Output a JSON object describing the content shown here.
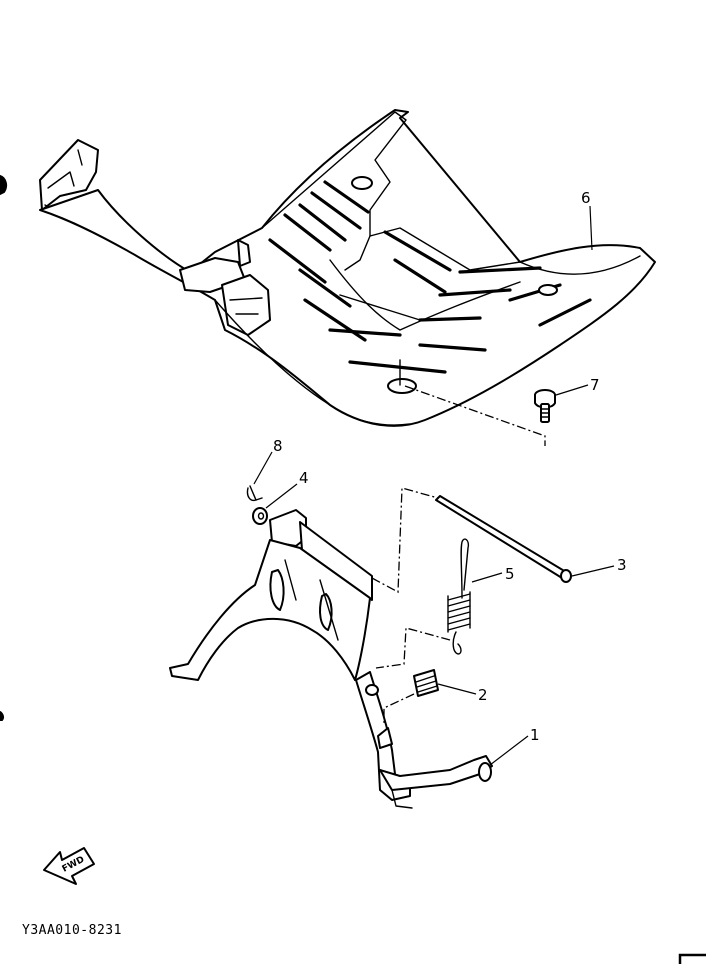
{
  "callouts": [
    {
      "id": "1",
      "label": "1"
    },
    {
      "id": "2",
      "label": "2"
    },
    {
      "id": "3",
      "label": "3"
    },
    {
      "id": "4",
      "label": "4"
    },
    {
      "id": "5",
      "label": "5"
    },
    {
      "id": "6",
      "label": "6"
    },
    {
      "id": "7",
      "label": "7"
    },
    {
      "id": "8",
      "label": "8"
    }
  ],
  "direction_badge": {
    "label": "FWD",
    "icon": "fwd-arrow-icon"
  },
  "diagram_code": "Y3AA010-8231",
  "colors": {
    "ink": "#000000",
    "paper": "#ffffff"
  }
}
